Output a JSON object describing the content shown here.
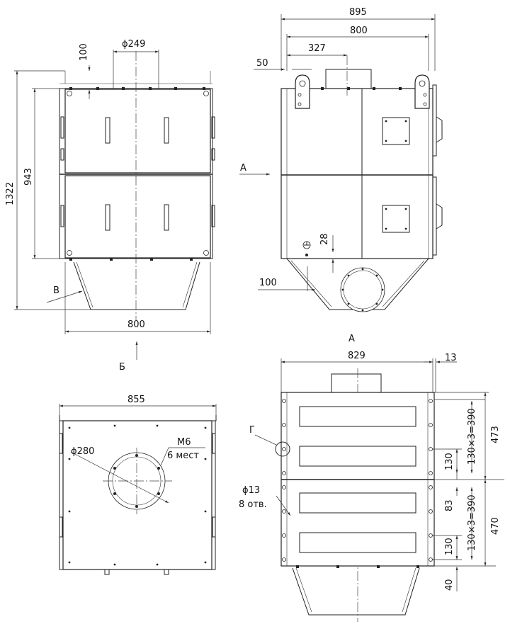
{
  "labels": {
    "front": {
      "dim_top_offset": "100",
      "dim_top_diameter": "ϕ249",
      "dim_total_height": "1322",
      "dim_body_height": "943",
      "dim_width": "800",
      "leader_v": "В",
      "view_arrow_b": "Б"
    },
    "side": {
      "dim_overall": "895",
      "dim_body": "800",
      "dim_outlet_offset": "327",
      "dim_lug": "50",
      "view_arrow_a": "А",
      "dim_ground": "28",
      "dim_bottom_offset": "100"
    },
    "bottom": {
      "dim_width": "855",
      "dim_inlet_diameter": "ϕ280",
      "thread": "М6",
      "thread_count": "6 мест"
    },
    "view_a": {
      "title": "А",
      "dim_width": "829",
      "dim_offset": "13",
      "dim_upper_height": "473",
      "dim_lower_height": "470",
      "dim_pitch_upper": "130×3=390",
      "dim_pitch_lower": "130×3=390",
      "dim_step_upper": "130",
      "dim_step_lower": "130",
      "dim_gap": "83",
      "dim_bottom": "40",
      "dim_hole": "ϕ13",
      "hole_count": "8 отв.",
      "detail_g": "Г"
    }
  }
}
